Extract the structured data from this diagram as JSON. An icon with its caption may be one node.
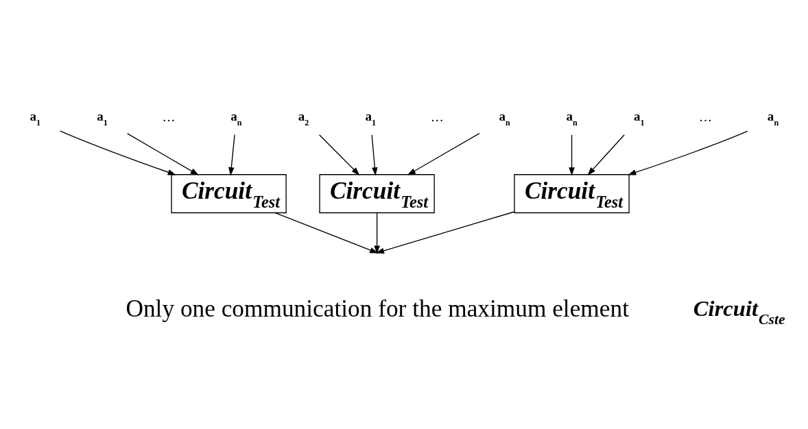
{
  "diagram": {
    "nodes": [
      {
        "text": [
          "a$_{1}$"
        ]
      },
      {
        "text": [
          "a$_{n}$"
        ]
      },
      {
        "text": [
          "a$_{2}$"
        ]
      },
      {
        "text": [
          "a$_{1}$"
        ]
      },
      {
        "text": [
          "a$_{n}$"
        ]
      },
      {
        "text": [
          "a$_{n}$"
        ]
      },
      {
        "text": [
          "a$_{1}$"
        ]
      },
      {
        "text": [
          "a$_{n}$"
        ]
      },
      {
        "text": [
          "a$_{1}$"
        ]
      },
      {
        "text": [
          "Circuit$_{Test}$"
        ]
      },
      {
        "text": [
          "Circuit$_{Test}$"
        ]
      },
      {
        "text": [
          "Circuit$_{Test}$"
        ]
      }
    ],
    "edges": [
      {
        "from": 0,
        "to": 9,
        "arrow": "to"
      },
      {
        "from": 1,
        "to": 9,
        "arrow": "to"
      },
      {
        "from": 8,
        "to": 9,
        "arrow": "to"
      },
      {
        "from": 2,
        "to": 10,
        "arrow": "to"
      },
      {
        "from": 3,
        "to": 10,
        "arrow": "to"
      },
      {
        "from": 4,
        "to": 10,
        "arrow": "to"
      },
      {
        "from": 5,
        "to": 11,
        "arrow": "to"
      },
      {
        "from": 6,
        "to": 11,
        "arrow": "to"
      },
      {
        "from": 7,
        "to": 11,
        "arrow": "to"
      },
      {
        "from": 9,
        "to": null,
        "arrow": "to"
      },
      {
        "from": 10,
        "to": null,
        "arrow": "to"
      },
      {
        "from": 11,
        "to": null,
        "arrow": "to"
      }
    ],
    "labels": [
      "…",
      "…",
      "…",
      "Only one communication for the maximum element",
      "Circuit$_{Cste}$"
    ]
  }
}
